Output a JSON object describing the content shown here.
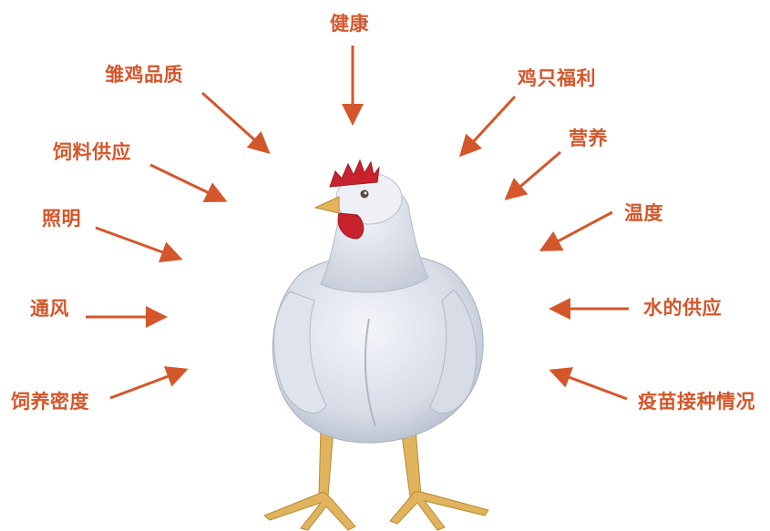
{
  "accent": "#d4572b",
  "center_image": "broiler-chicken",
  "factors": [
    {
      "id": "health",
      "label": "健康"
    },
    {
      "id": "chick-quality",
      "label": "雏鸡品质"
    },
    {
      "id": "chicken-welfare",
      "label": "鸡只福利"
    },
    {
      "id": "feed-supply",
      "label": "饲料供应"
    },
    {
      "id": "nutrition",
      "label": "营养"
    },
    {
      "id": "lighting",
      "label": "照明"
    },
    {
      "id": "temperature",
      "label": "温度"
    },
    {
      "id": "ventilation",
      "label": "通风"
    },
    {
      "id": "water-supply",
      "label": "水的供应"
    },
    {
      "id": "stocking-density",
      "label": "饲养密度"
    },
    {
      "id": "vaccination",
      "label": "疫苗接种情况"
    }
  ]
}
